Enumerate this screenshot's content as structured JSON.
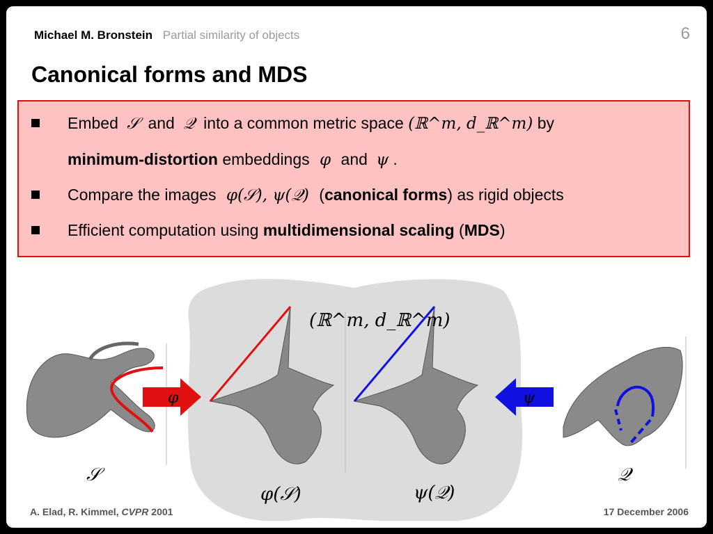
{
  "header": {
    "author": "Michael M. Bronstein",
    "topic": "Partial similarity of objects",
    "page_number": "6"
  },
  "title": "Canonical forms and MDS",
  "bullets": {
    "b1": {
      "t1": "Embed",
      "m_s": "𝒮",
      "t2": "and",
      "m_q": "𝒬",
      "t3": "into a common metric space",
      "m_space": "(ℝ^m, d_ℝ^m)",
      "t4": "by",
      "bold": "minimum-distortion",
      "t5": "embeddings",
      "m_phi": "φ",
      "t6": "and",
      "m_psi": "ψ",
      "t7": "."
    },
    "b2": {
      "t1": "Compare the images",
      "m_images": "φ(𝒮), ψ(𝒬)",
      "t2": "(",
      "bold": "canonical forms",
      "t3": ") as rigid objects"
    },
    "b3": {
      "t1": "Efficient computation using",
      "bold1": "multidimensional scaling",
      "t2": "(",
      "bold2": "MDS",
      "t3": ")"
    }
  },
  "figure": {
    "space_label": "(ℝ^m, d_ℝ^m)",
    "label_s": "𝒮",
    "label_q": "𝒬",
    "label_phi_s": "φ(𝒮)",
    "label_psi_q": "ψ(𝒬)",
    "arrow_phi": "φ",
    "arrow_psi": "ψ",
    "colors": {
      "red": "#e01010",
      "blue": "#1010e0",
      "blob": "#dcdcdc"
    }
  },
  "footer": {
    "authors": "A. Elad, R. Kimmel,",
    "venue": "CVPR",
    "year": "2001",
    "date": "17 December 2006"
  }
}
